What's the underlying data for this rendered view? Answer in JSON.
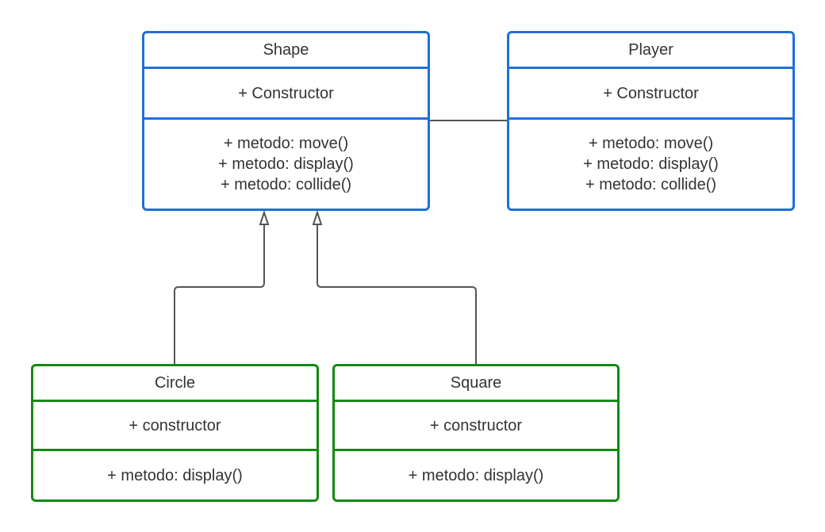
{
  "classes": {
    "shape": {
      "name": "Shape",
      "attributes": [
        "+ Constructor"
      ],
      "operations": [
        "+ metodo: move()",
        "+ metodo: display()",
        "+ metodo: collide()"
      ],
      "color": "#1f6fd6"
    },
    "player": {
      "name": "Player",
      "attributes": [
        "+ Constructor"
      ],
      "operations": [
        "+ metodo: move()",
        "+ metodo: display()",
        "+ metodo: collide()"
      ],
      "color": "#1f6fd6"
    },
    "circle": {
      "name": "Circle",
      "attributes": [
        "+ constructor"
      ],
      "operations": [
        "+ metodo: display()"
      ],
      "color": "#138a13"
    },
    "square": {
      "name": "Square",
      "attributes": [
        "+ constructor"
      ],
      "operations": [
        "+ metodo: display()"
      ],
      "color": "#138a13"
    }
  },
  "relationships": [
    {
      "type": "association",
      "from": "Shape",
      "to": "Player"
    },
    {
      "type": "inheritance",
      "from": "Circle",
      "to": "Shape"
    },
    {
      "type": "inheritance",
      "from": "Square",
      "to": "Shape"
    }
  ],
  "connector_color": "#555555"
}
